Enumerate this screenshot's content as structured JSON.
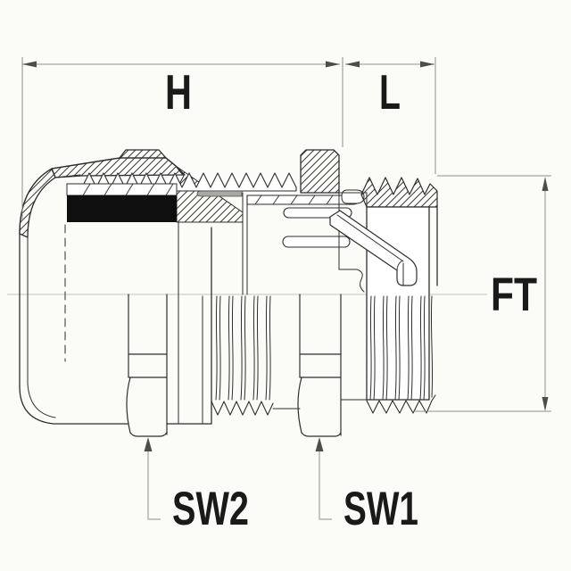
{
  "diagram": {
    "labels": {
      "h": "H",
      "l": "L",
      "ft": "FT",
      "sw2": "SW2",
      "sw1": "SW1"
    },
    "colors": {
      "background": "#fbfbf8",
      "outline": "#2e2e2e",
      "dimension_line": "#8f8f8b",
      "arrow": "#4d4d4a",
      "seal_fill": "#0f0f0f",
      "label_text": "#1a1a1a",
      "centerline": "#cfcfc8"
    }
  }
}
